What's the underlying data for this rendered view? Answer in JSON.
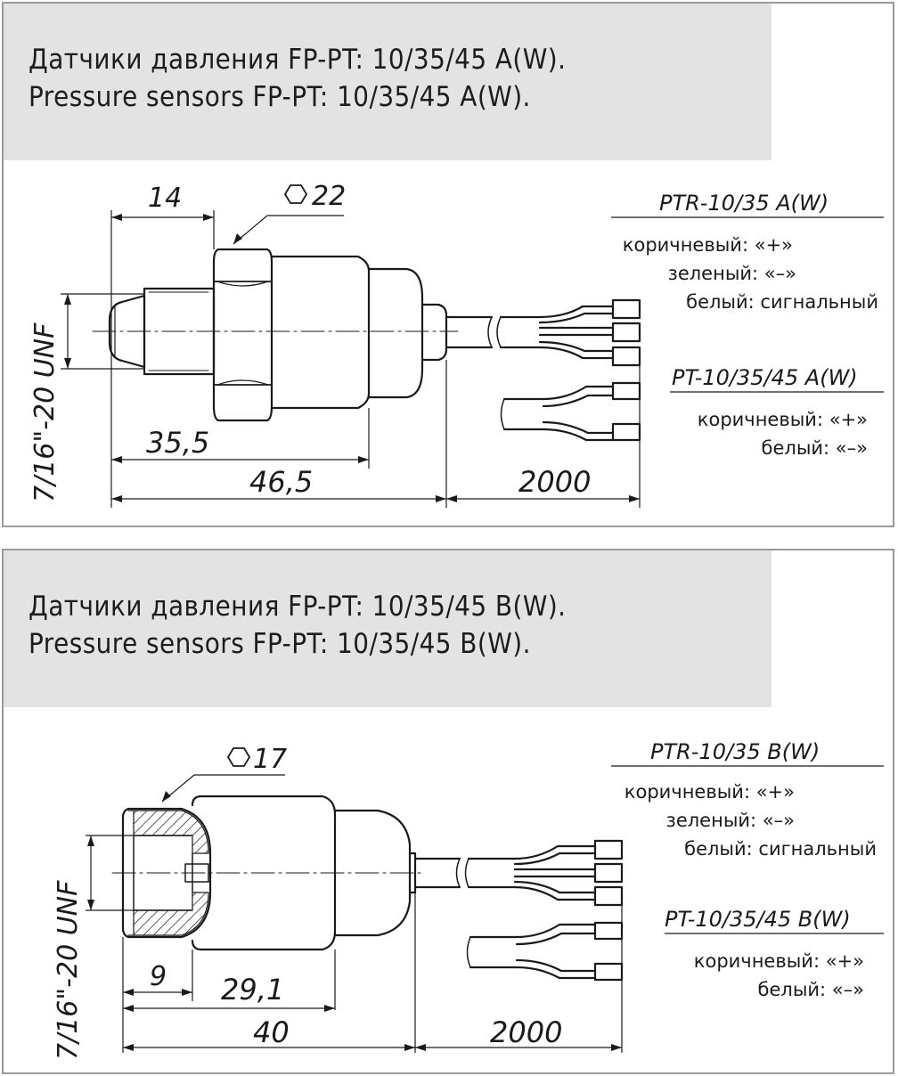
{
  "panel_a": {
    "title_ru": "Датчики давления FP-PT: 10/35/45 A(W).",
    "title_en": "Pressure sensors FP-PT: 10/35/45 A(W).",
    "thread": "7/16\"-20 UNF",
    "dims": {
      "d14": "14",
      "hex": "22",
      "d35": "35,5",
      "d46": "46,5",
      "d2000": "2000"
    },
    "ptr": {
      "model": "PTR-10/35 A(W)",
      "l1": "коричневый:  «+»",
      "l2": "зеленый:  «–»",
      "l3": "белый:  сигнальный"
    },
    "pt": {
      "model": "PT-10/35/45 A(W)",
      "l1": "коричневый:  «+»",
      "l2": "белый:  «–»"
    }
  },
  "panel_b": {
    "title_ru": "Датчики давления FP-PT: 10/35/45 B(W).",
    "title_en": "Pressure sensors FP-PT: 10/35/45 B(W).",
    "thread": "7/16\"-20 UNF",
    "dims": {
      "hex": "17",
      "d9": "9",
      "d29": "29,1",
      "d40": "40",
      "d2000": "2000"
    },
    "ptr": {
      "model": "PTR-10/35  B(W)",
      "l1": "коричневый:  «+»",
      "l2": "зеленый:  «–»",
      "l3": "белый:  сигнальный"
    },
    "pt": {
      "model": "PT-10/35/45 B(W)",
      "l1": "коричневый:  «+»",
      "l2": "белый:  «–»"
    }
  }
}
